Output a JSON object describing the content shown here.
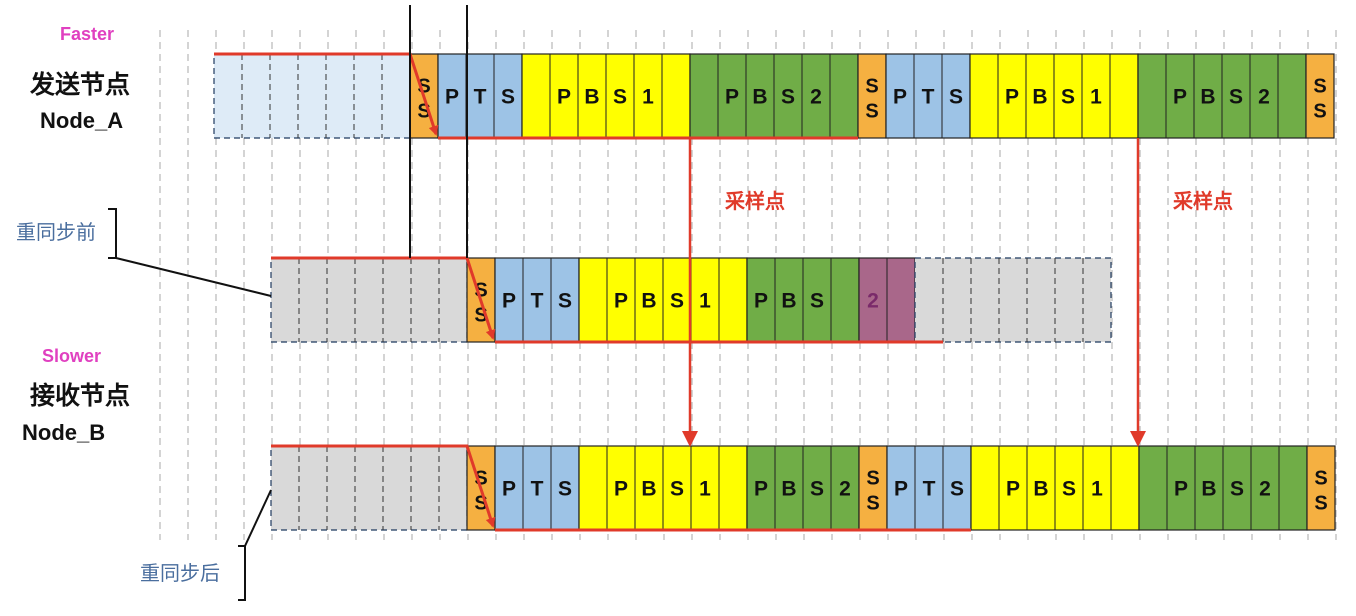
{
  "labels": {
    "faster": "Faster",
    "node_a_cn": "发送节点",
    "node_a_en": "Node_A",
    "slower": "Slower",
    "node_b_cn": "接收节点",
    "node_b_en": "Node_B",
    "before_resync": "重同步前",
    "after_resync": "重同步后",
    "sample_point_1": "采样点",
    "sample_point_2": "采样点"
  },
  "colors": {
    "ss": "#f5b041",
    "pts": "#9dc3e6",
    "pbs1": "#ffff00",
    "pbs2": "#70ad47",
    "pbs2_overflow": "#a9678a",
    "idle_a": "#deebf7",
    "idle_b": "#d9d9d9",
    "red": "#e03a2a",
    "label_pink": "#e040c0",
    "label_blue": "#4a6e9e"
  },
  "diagram": {
    "rows": [
      {
        "id": "node-a",
        "segments": [
          {
            "kind": "idle",
            "label": "",
            "cells": 7
          },
          {
            "kind": "ss",
            "label": "SS",
            "cells": 1
          },
          {
            "kind": "pts",
            "label": "PTS",
            "cells": 3
          },
          {
            "kind": "pbs1",
            "label": "PBS1",
            "cells": 6
          },
          {
            "kind": "pbs2",
            "label": "PBS2",
            "cells": 6
          },
          {
            "kind": "ss",
            "label": "SS",
            "cells": 1
          },
          {
            "kind": "pts",
            "label": "PTS",
            "cells": 3
          },
          {
            "kind": "pbs1",
            "label": "PBS1",
            "cells": 6
          },
          {
            "kind": "pbs2",
            "label": "PBS2",
            "cells": 6
          },
          {
            "kind": "ss",
            "label": "SS",
            "cells": 1
          }
        ]
      },
      {
        "id": "node-b-before",
        "segments": [
          {
            "kind": "idle",
            "label": "",
            "cells": 7
          },
          {
            "kind": "ss",
            "label": "SS",
            "cells": 1
          },
          {
            "kind": "pts",
            "label": "PTS",
            "cells": 3
          },
          {
            "kind": "pbs1",
            "label": "PBS1",
            "cells": 6
          },
          {
            "kind": "pbs2",
            "label": "PBS",
            "cells": 4
          },
          {
            "kind": "pbs2_overflow",
            "label": "2",
            "cells": 2
          },
          {
            "kind": "idle",
            "label": "",
            "cells": 7
          }
        ]
      },
      {
        "id": "node-b-after",
        "segments": [
          {
            "kind": "idle",
            "label": "",
            "cells": 7
          },
          {
            "kind": "ss",
            "label": "SS",
            "cells": 1
          },
          {
            "kind": "pts",
            "label": "PTS",
            "cells": 3
          },
          {
            "kind": "pbs1",
            "label": "PBS1",
            "cells": 6
          },
          {
            "kind": "pbs2",
            "label": "PBS2",
            "cells": 4
          },
          {
            "kind": "ss",
            "label": "SS",
            "cells": 1
          },
          {
            "kind": "pts",
            "label": "PTS",
            "cells": 3
          },
          {
            "kind": "pbs1",
            "label": "PBS1",
            "cells": 6
          },
          {
            "kind": "pbs2",
            "label": "PBS2",
            "cells": 6
          },
          {
            "kind": "ss",
            "label": "SS",
            "cells": 1
          }
        ]
      }
    ]
  }
}
